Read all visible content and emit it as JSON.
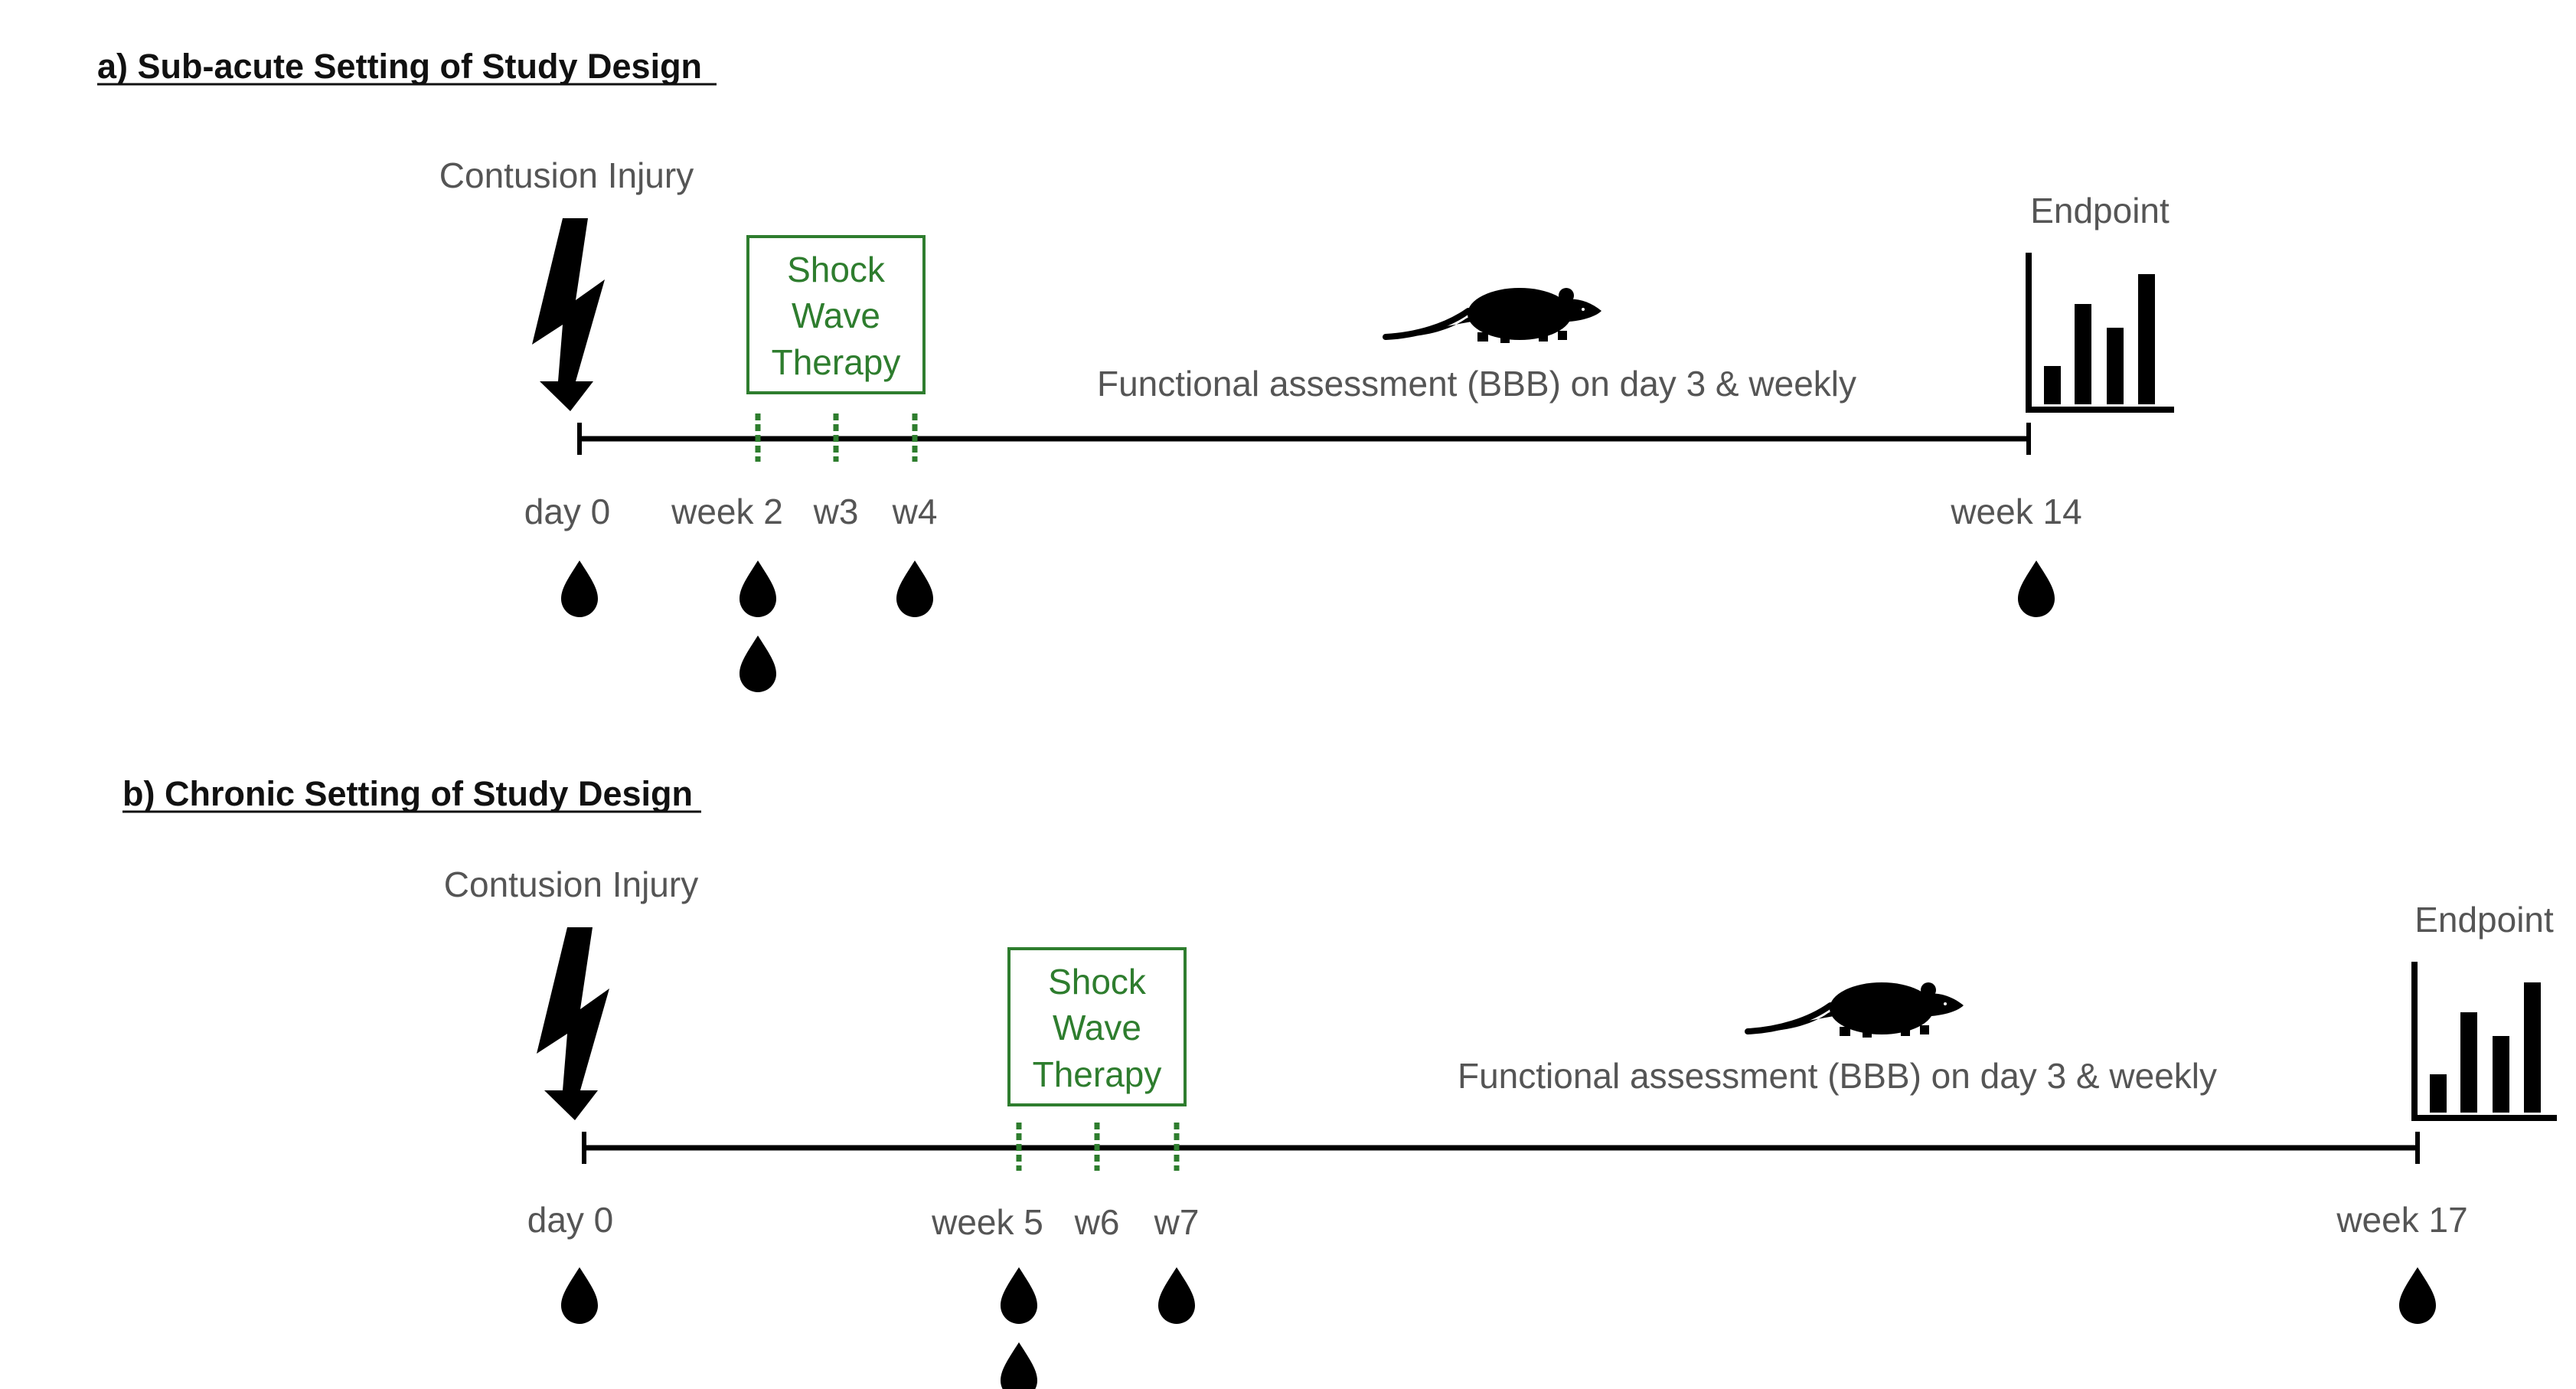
{
  "colors": {
    "green": "#2e7d2e",
    "black": "#000000",
    "grey_text": "#555555",
    "title": "#111111"
  },
  "icons": [
    "lightning-bolt-icon",
    "rat-icon",
    "bar-chart-icon",
    "blood-drop-icon"
  ],
  "panel_a": {
    "title": "a) Sub-acute Setting of Study Design",
    "injury_label": "Contusion Injury",
    "therapy_line1": "Shock",
    "therapy_line2": "Wave",
    "therapy_line3": "Therapy",
    "assessment": "Functional assessment (BBB) on day 3 & weekly",
    "endpoint": "Endpoint",
    "tick_day0": "day 0",
    "tick_start": "week 2",
    "tick_mid": "w3",
    "tick_next": "w4",
    "tick_end": "week 14"
  },
  "panel_b": {
    "title": "b) Chronic Setting of Study Design",
    "injury_label": "Contusion Injury",
    "therapy_line1": "Shock",
    "therapy_line2": "Wave",
    "therapy_line3": "Therapy",
    "assessment": "Functional assessment (BBB) on day 3 & weekly",
    "endpoint": "Endpoint",
    "tick_day0": "day 0",
    "tick_start": "week 5",
    "tick_mid": "w6",
    "tick_next": "w7",
    "tick_end": "week 17"
  }
}
